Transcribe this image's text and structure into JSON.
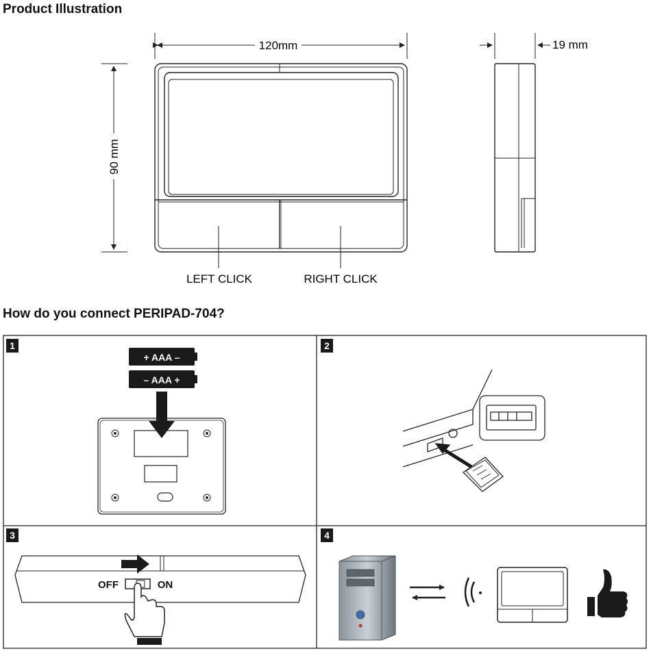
{
  "section1": {
    "title": "Product Illustration",
    "dim_width": "120mm",
    "dim_height": "90 mm",
    "dim_depth": "19 mm",
    "left_click": "LEFT CLICK",
    "right_click": "RIGHT CLICK"
  },
  "section2": {
    "title": "How do you connect PERIPAD-704?",
    "steps": [
      {
        "number": "1",
        "battery_top": "+ AAA –",
        "battery_bottom": "– AAA +"
      },
      {
        "number": "2"
      },
      {
        "number": "3",
        "off_label": "OFF",
        "on_label": "ON"
      },
      {
        "number": "4"
      }
    ]
  }
}
